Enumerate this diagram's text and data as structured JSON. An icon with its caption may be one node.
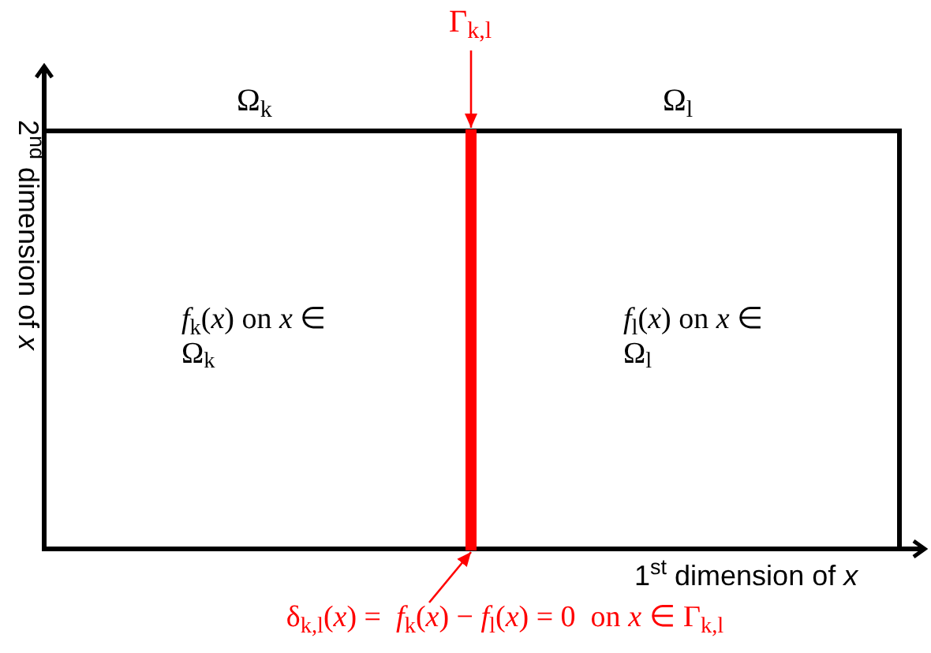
{
  "diagram": {
    "nodes": [
      {
        "text": [
          "Ω$_{k}$",
          "*f*$_{k}$(*x*) on *x* ∈ Ω$_{k}$"
        ]
      },
      {
        "text": [
          "Ω$_{l}$",
          "*f*$_{l}$(*x*) on *x* ∈ Ω$_{l}$"
        ]
      },
      {
        "text": [],
        "shape": "bar"
      },
      {
        "text": [
          "Γ$_{k,l}$"
        ]
      },
      {
        "text": [
          "δ$_{k,l}$(*x*) =  *f*$_{k}$(*x*) − *f*$_{l}$(*x*) = 0  on *x* ∈ Γ$_{k,l}$"
        ]
      }
    ],
    "edges": [
      {
        "from": 3,
        "to": 2,
        "arrow": "to",
        "color": "#ff0000"
      },
      {
        "from": 4,
        "to": 2,
        "arrow": "to",
        "color": "#ff0000"
      }
    ],
    "labels": [
      "2$^{nd}$ dimension of *x*",
      "1$^{st}$ dimension of *x*"
    ]
  }
}
